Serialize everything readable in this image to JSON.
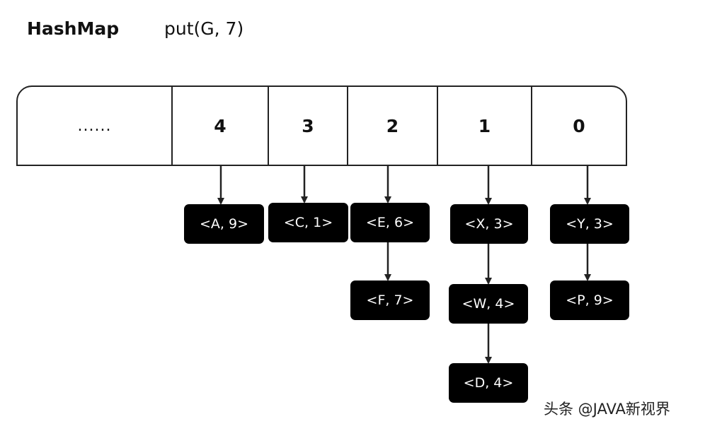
{
  "header": {
    "title": "HashMap",
    "operation": "put(G, 7)"
  },
  "buckets": [
    {
      "label": "......"
    },
    {
      "label": "4"
    },
    {
      "label": "3"
    },
    {
      "label": "2"
    },
    {
      "label": "1"
    },
    {
      "label": "0"
    }
  ],
  "chains": {
    "bucket_4": [
      "<A, 9>"
    ],
    "bucket_3": [
      "<C, 1>"
    ],
    "bucket_2": [
      "<E, 6>",
      "<F, 7>"
    ],
    "bucket_1": [
      "<X, 3>",
      "<W, 4>",
      "<D, 4>"
    ],
    "bucket_0": [
      "<Y, 3>",
      "<P, 9>"
    ]
  },
  "watermark": "头条 @JAVA新视界",
  "colors": {
    "node_fill": "#000000",
    "node_text": "#ffffff",
    "line": "#222222"
  }
}
